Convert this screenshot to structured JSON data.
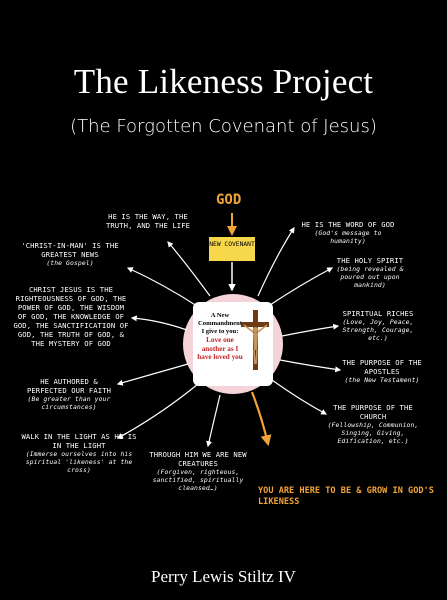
{
  "title": "The Likeness Project",
  "subtitle": "(The Forgotten Covenant of Jesus)",
  "author": "Perry Lewis Stiltz IV",
  "diagram": {
    "top_label": "GOD",
    "covenant_label": "NEW COVENANT",
    "commandment_header": "A New Commandment I give to you:",
    "commandment_text": "Love one another as I have loved you",
    "you_are_here": "YOU ARE HERE TO BE & GROW IN GOD'S LIKENESS",
    "accent_color": "#f1a33a",
    "covenant_color": "#f6d84a",
    "commandment_color": "#c42323",
    "center_ring_color": "#f5d4d9",
    "labels": {
      "way": {
        "text": "He is the way, the truth, and the life",
        "sub": ""
      },
      "christ_in_man": {
        "text": "'Christ-in-man' is the greatest news",
        "sub": "(the Gospel)"
      },
      "righteousness": {
        "text": "Christ Jesus is the righteousness of God, the power of God, the wisdom of God, the knowledge of God, the sanctification of God, the truth of God, & the mystery of God",
        "sub": ""
      },
      "authored": {
        "text": "He authored & perfected our faith",
        "sub": "(Be greater than your circumstances)"
      },
      "walk": {
        "text": "Walk in the light as He is in the light",
        "sub": "(Immerse ourselves into his spiritual 'likeness' at the cross)"
      },
      "new_creatures": {
        "text": "Through Him we are new creatures",
        "sub": "(Forgiven, righteous, sanctified, spiritually cleansed…)"
      },
      "word": {
        "text": "He is the Word of God",
        "sub": "(God's message to humanity)"
      },
      "holy_spirit": {
        "text": "The Holy Spirit",
        "sub": "(being revealed & poured out upon mankind)"
      },
      "riches": {
        "text": "Spiritual riches",
        "sub": "(Love, Joy, Peace, Strength, Courage, etc.)"
      },
      "apostles": {
        "text": "The purpose of the apostles",
        "sub": "(the New Testament)"
      },
      "church": {
        "text": "The purpose of the church",
        "sub": "(Fellowship, Communion, Singing, Giving, Edification, etc.)"
      }
    }
  }
}
